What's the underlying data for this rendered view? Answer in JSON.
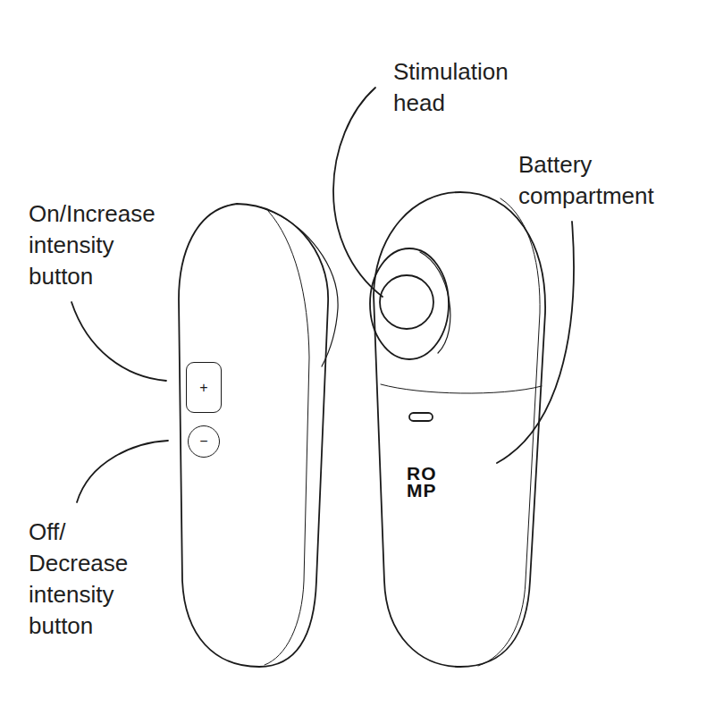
{
  "diagram": {
    "nodes": [
      {
        "text": [
          "+"
        ]
      },
      {
        "text": [
          "−"
        ]
      }
    ],
    "labels": [
      "Stimulation head",
      "Battery compartment",
      "On/Increase intensity button",
      "Off/ Decrease intensity button",
      "RO MP"
    ]
  }
}
